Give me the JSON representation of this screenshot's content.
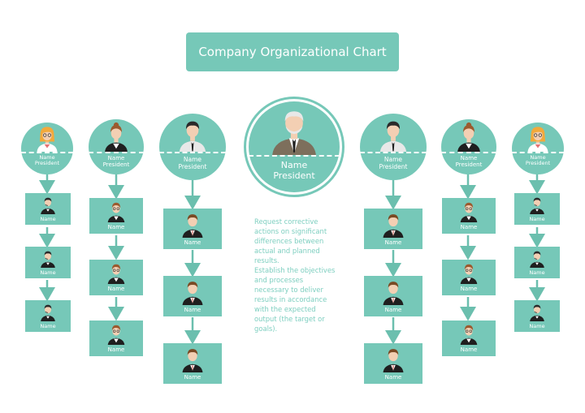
{
  "title": "Company Organizational Chart",
  "colors": {
    "accent": "#76c8b8",
    "connector": "#6bbfae",
    "description_text": "#7ecfc0",
    "background": "#ffffff"
  },
  "president": {
    "name": "Name",
    "role": "President"
  },
  "vice_presidents": [
    {
      "name": "Name",
      "role": "President"
    },
    {
      "name": "Name",
      "role": "President"
    },
    {
      "name": "Name",
      "role": "President"
    },
    {
      "name": "Name",
      "role": "President"
    },
    {
      "name": "Name",
      "role": "President"
    },
    {
      "name": "Name",
      "role": "President"
    }
  ],
  "staff_label": "Name",
  "description": [
    "Request corrective actions on significant differences between actual and planned results.",
    "Establish the objectives and processes necessary to deliver results in accordance with the expected output (the target or goals)."
  ]
}
